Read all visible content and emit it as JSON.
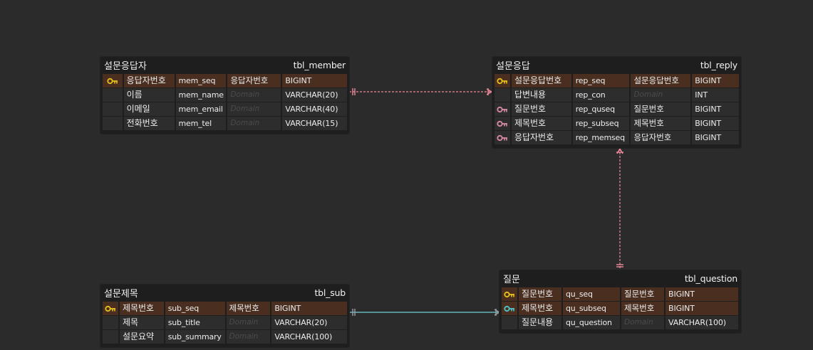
{
  "domain_placeholder": "Domain",
  "tables": {
    "member": {
      "logical_name": "설문응답자",
      "physical_name": "tbl_member",
      "columns": [
        {
          "key": "pk",
          "logical": "응답자번호",
          "physical": "mem_seq",
          "domain": "응답자번호",
          "type": "BIGINT"
        },
        {
          "key": "",
          "logical": "이름",
          "physical": "mem_name",
          "domain": "",
          "type": "VARCHAR(20)"
        },
        {
          "key": "",
          "logical": "이메일",
          "physical": "mem_email",
          "domain": "",
          "type": "VARCHAR(40)"
        },
        {
          "key": "",
          "logical": "전화번호",
          "physical": "mem_tel",
          "domain": "",
          "type": "VARCHAR(15)"
        }
      ]
    },
    "reply": {
      "logical_name": "설문응답",
      "physical_name": "tbl_reply",
      "columns": [
        {
          "key": "pk",
          "logical": "설문응답번호",
          "physical": "rep_seq",
          "domain": "설문응답번호",
          "type": "BIGINT"
        },
        {
          "key": "",
          "logical": "답변내용",
          "physical": "rep_con",
          "domain": "",
          "type": "INT"
        },
        {
          "key": "fk",
          "logical": "질문번호",
          "physical": "rep_quseq",
          "domain": "질문번호",
          "type": "BIGINT"
        },
        {
          "key": "fk",
          "logical": "제목번호",
          "physical": "rep_subseq",
          "domain": "제목번호",
          "type": "BIGINT"
        },
        {
          "key": "fk",
          "logical": "응답자번호",
          "physical": "rep_memseq",
          "domain": "응답자번호",
          "type": "BIGINT"
        }
      ]
    },
    "sub": {
      "logical_name": "설문제목",
      "physical_name": "tbl_sub",
      "columns": [
        {
          "key": "pk",
          "logical": "제목번호",
          "physical": "sub_seq",
          "domain": "제목번호",
          "type": "BIGINT"
        },
        {
          "key": "",
          "logical": "제목",
          "physical": "sub_title",
          "domain": "",
          "type": "VARCHAR(20)"
        },
        {
          "key": "",
          "logical": "설문요약",
          "physical": "sub_summary",
          "domain": "",
          "type": "VARCHAR(100)"
        }
      ]
    },
    "question": {
      "logical_name": "질문",
      "physical_name": "tbl_question",
      "columns": [
        {
          "key": "pk",
          "logical": "질문번호",
          "physical": "qu_seq",
          "domain": "질문번호",
          "type": "BIGINT"
        },
        {
          "key": "pfk",
          "logical": "제목번호",
          "physical": "qu_subseq",
          "domain": "제목번호",
          "type": "BIGINT"
        },
        {
          "key": "",
          "logical": "질문내용",
          "physical": "qu_question",
          "domain": "",
          "type": "VARCHAR(100)"
        }
      ]
    }
  },
  "colors": {
    "background": "#2b2b2b",
    "table": "#1e1e1e",
    "pk_row": "#4a2f20",
    "pk_key_icon": "#e8c21a",
    "fk_key_icon": "#d98aa8",
    "pfk_key_icon": "#4ec8c8",
    "relation_identifying": "#6fd0d6",
    "relation_non_identifying": "#f08a9a"
  }
}
